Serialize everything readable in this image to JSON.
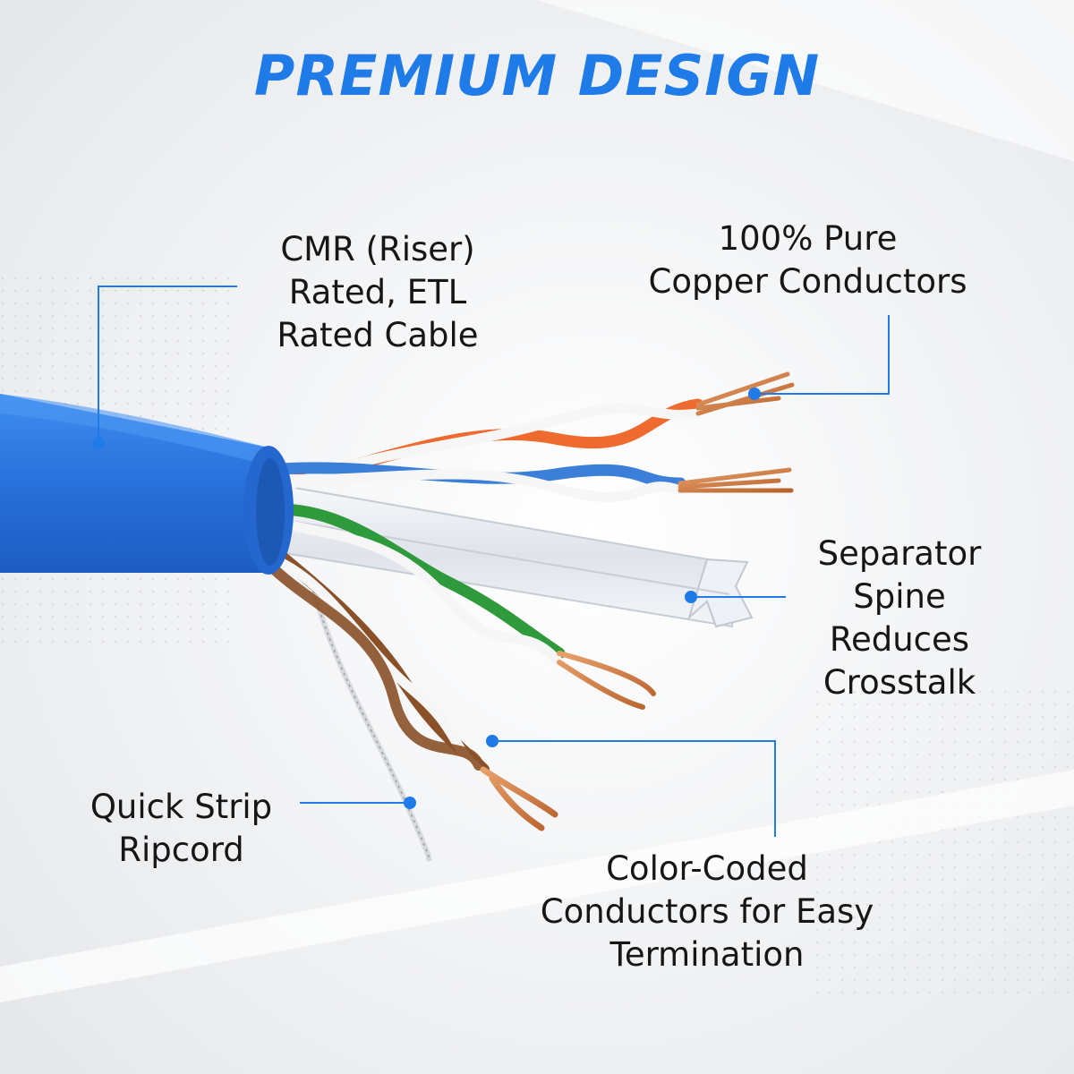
{
  "title": "PREMIUM DESIGN",
  "colors": {
    "accent": "#1e7be8",
    "jacket": "#2a73dd",
    "copper": "#c9773f",
    "text": "#161616",
    "background": "#f1f2f4"
  },
  "callouts": {
    "cmr": "CMR (Riser)\nRated, ETL\nRated Cable",
    "copper": "100% Pure\nCopper Conductors",
    "separator": "Separator\nSpine\nReduces\nCrosstalk",
    "ripcord": "Quick Strip\nRipcord",
    "colorcoded": "Color-Coded\nConductors for Easy\nTermination"
  },
  "pairs": [
    {
      "name": "orange pair",
      "color": "#ef6a2e"
    },
    {
      "name": "blue pair",
      "color": "#3b7fd8"
    },
    {
      "name": "green pair",
      "color": "#2f9a3b"
    },
    {
      "name": "brown pair",
      "color": "#8a5028"
    }
  ]
}
